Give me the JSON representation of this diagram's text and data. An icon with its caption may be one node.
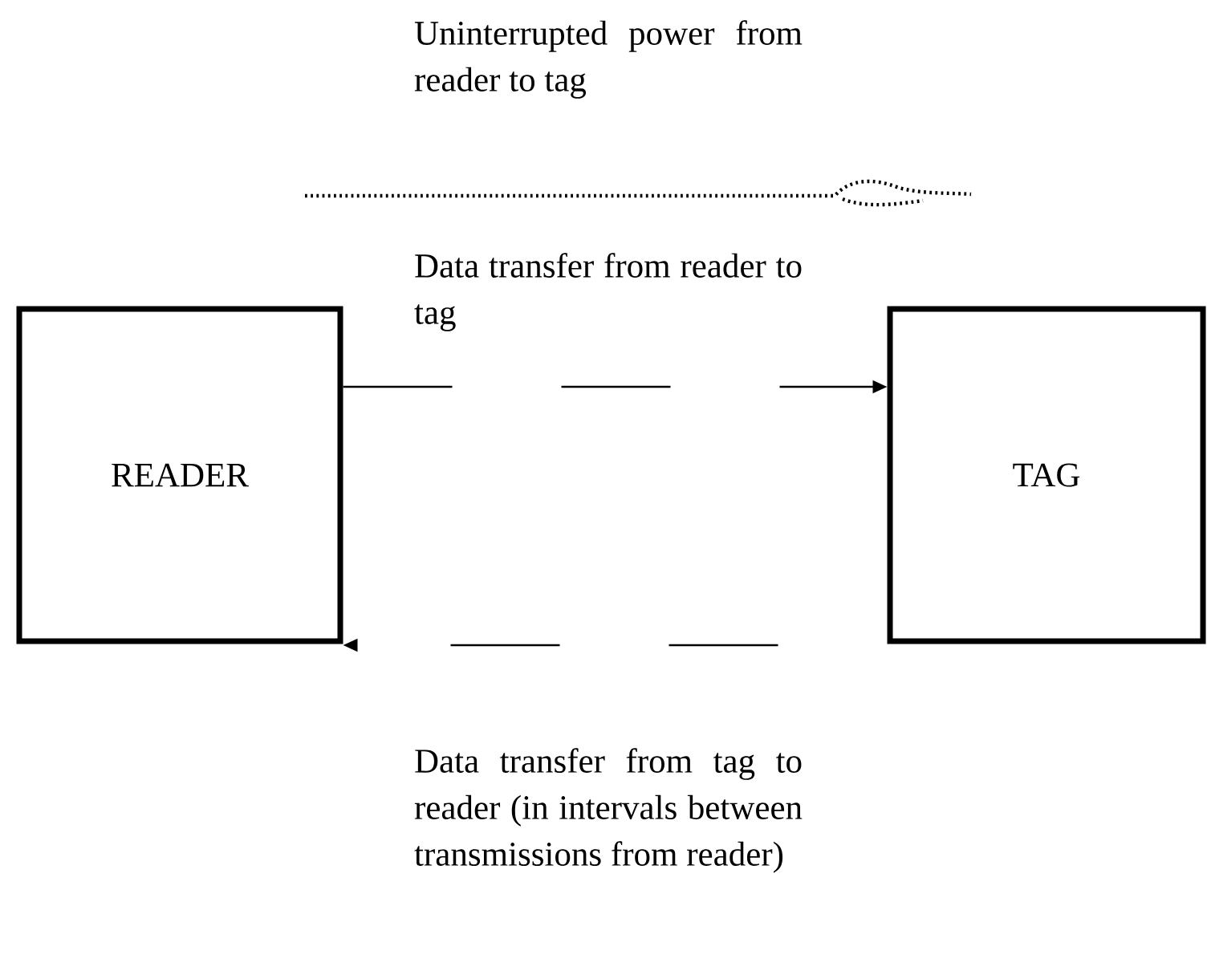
{
  "diagram": {
    "nodes": [
      {
        "text": [
          "READER"
        ]
      },
      {
        "text": [
          "TAG"
        ]
      }
    ],
    "edges": [
      {
        "from": 0,
        "to": 1,
        "arrow": "to",
        "style": "dashed",
        "label": "Data transfer from reader to tag"
      },
      {
        "from": 1,
        "to": 0,
        "arrow": "to",
        "style": "dashed",
        "label": "Data transfer from tag to reader (in intervals between transmissions from reader)"
      }
    ],
    "labels": [
      "Uninterrupted power from reader to tag"
    ]
  }
}
